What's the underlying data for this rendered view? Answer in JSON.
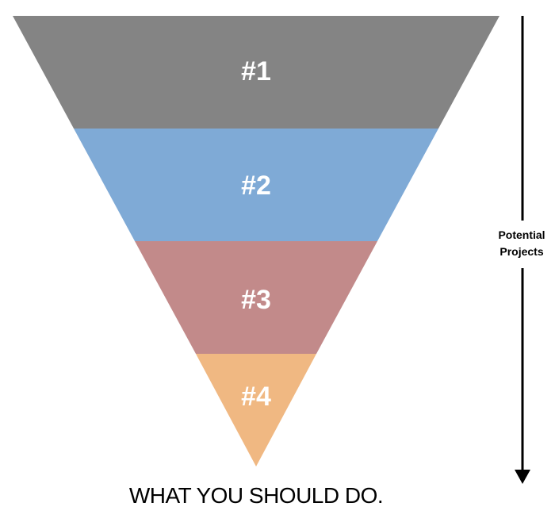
{
  "funnel": {
    "tiers": [
      {
        "label": "#1",
        "color": "#848484"
      },
      {
        "label": "#2",
        "color": "#7faad6"
      },
      {
        "label": "#3",
        "color": "#c28a8a"
      },
      {
        "label": "#4",
        "color": "#f0b882"
      }
    ]
  },
  "side_arrow": {
    "line1": "Potential",
    "line2": "Projects",
    "color": "#000000"
  },
  "caption": "WHAT YOU SHOULD DO."
}
